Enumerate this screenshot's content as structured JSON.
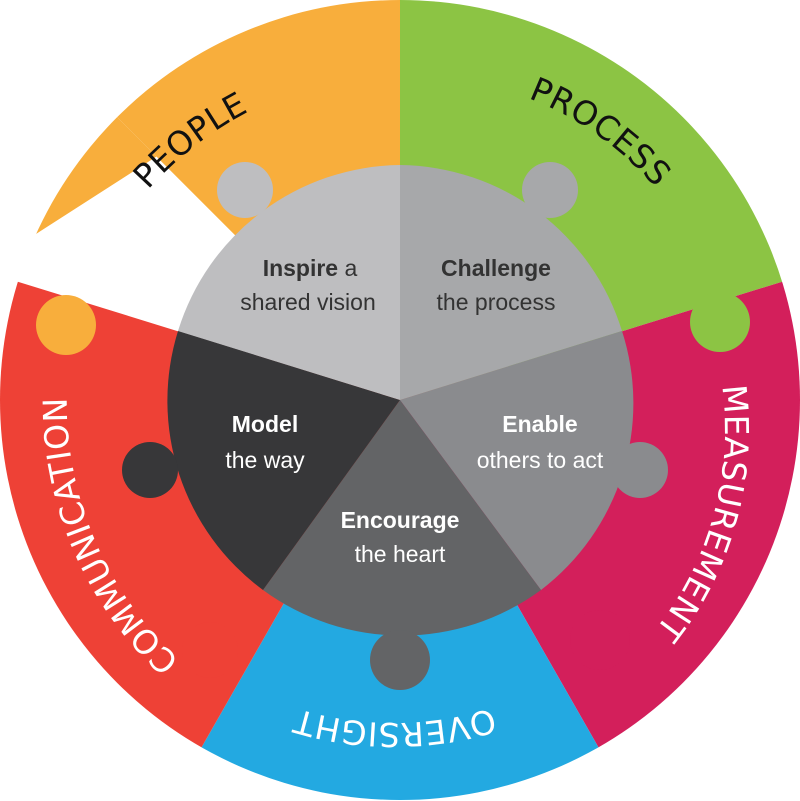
{
  "outer_ring": [
    {
      "id": "people",
      "label": "PEOPLE",
      "color": "#F8AE3C",
      "label_color": "#111111"
    },
    {
      "id": "process",
      "label": "PROCESS",
      "color": "#8CC444",
      "label_color": "#111111"
    },
    {
      "id": "measurement",
      "label": "MEASUREMENT",
      "color": "#D31F5B",
      "label_color": "#ffffff"
    },
    {
      "id": "oversight",
      "label": "OVERSIGHT",
      "color": "#23A9E1",
      "label_color": "#ffffff"
    },
    {
      "id": "communication",
      "label": "COMMUNICATION",
      "color": "#EE4136",
      "label_color": "#ffffff"
    }
  ],
  "inner_wheel": [
    {
      "id": "inspire",
      "bold": "Inspire",
      "rest1": " a",
      "line2": "shared vision",
      "color": "#BEBEC0",
      "text_color": "#333333"
    },
    {
      "id": "challenge",
      "bold": "Challenge",
      "rest1": "",
      "line2": "the process",
      "color": "#A7A8AA",
      "text_color": "#333333"
    },
    {
      "id": "enable",
      "bold": "Enable",
      "rest1": "",
      "line2": "others to act",
      "color": "#8A8B8E",
      "text_color": "#ffffff"
    },
    {
      "id": "encourage",
      "bold": "Encourage",
      "rest1": "",
      "line2": "the heart",
      "color": "#636466",
      "text_color": "#ffffff"
    },
    {
      "id": "model",
      "bold": "Model",
      "rest1": "",
      "line2": "the way",
      "color": "#373739",
      "text_color": "#ffffff"
    }
  ]
}
